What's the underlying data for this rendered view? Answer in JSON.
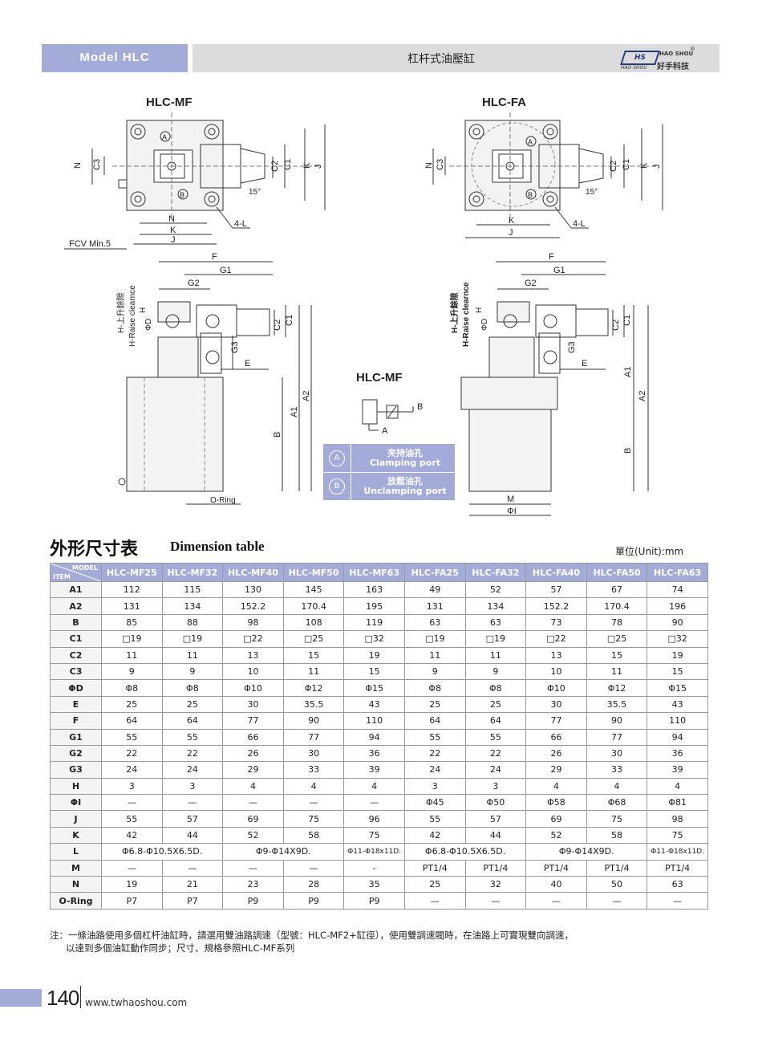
{
  "header": {
    "model": "Model HLC",
    "title": "杠杆式油壓缸",
    "logo_mark": "HS",
    "logo_en": "HAO SHOU",
    "logo_en_small": "HAO SHOU",
    "logo_cn": "好手科技",
    "logo_reg": "®"
  },
  "diagrams": {
    "mf_top_title": "HLC-MF",
    "fa_top_title": "HLC-FA",
    "symbol_title": "HLC-MF",
    "labels": {
      "N": "N",
      "C3": "C3",
      "C2": "C2",
      "C1": "C1",
      "K": "K",
      "J": "J",
      "angle": "15°",
      "port_a": "A",
      "port_b": "B",
      "four_l": "4-L",
      "fcv": "FCV Min.5",
      "F": "F",
      "G1": "G1",
      "G2": "G2",
      "G3": "G3",
      "H": "H",
      "phiD": "ΦD",
      "E": "E",
      "A1": "A1",
      "A2": "A2",
      "B": "B",
      "oring": "O-Ring",
      "M": "M",
      "phiI": "ΦI",
      "raise_cn": "H-上升餘隙",
      "raise_en": "H-Raise clearnce"
    },
    "legend": [
      {
        "mark": "A",
        "cn": "夾持油孔",
        "en": "Clamping port"
      },
      {
        "mark": "B",
        "cn": "放鬆油孔",
        "en": "Unclamping port"
      }
    ]
  },
  "table": {
    "title_cn": "外形尺寸表",
    "title_en": "Dimension table",
    "unit": "單位(Unit):mm",
    "corner_model": "MODEL",
    "corner_item": "ITEM",
    "columns": [
      "HLC-MF25",
      "HLC-MF32",
      "HLC-MF40",
      "HLC-MF50",
      "HLC-MF63",
      "HLC-FA25",
      "HLC-FA32",
      "HLC-FA40",
      "HLC-FA50",
      "HLC-FA63"
    ],
    "rows": [
      {
        "item": "A1",
        "values": [
          "112",
          "115",
          "130",
          "145",
          "163",
          "49",
          "52",
          "57",
          "67",
          "74"
        ]
      },
      {
        "item": "A2",
        "values": [
          "131",
          "134",
          "152.2",
          "170.4",
          "195",
          "131",
          "134",
          "152.2",
          "170.4",
          "196"
        ]
      },
      {
        "item": "B",
        "values": [
          "85",
          "88",
          "98",
          "108",
          "119",
          "63",
          "63",
          "73",
          "78",
          "90"
        ]
      },
      {
        "item": "C1",
        "values": [
          "□19",
          "□19",
          "□22",
          "□25",
          "□32",
          "□19",
          "□19",
          "□22",
          "□25",
          "□32"
        ]
      },
      {
        "item": "C2",
        "values": [
          "11",
          "11",
          "13",
          "15",
          "19",
          "11",
          "11",
          "13",
          "15",
          "19"
        ]
      },
      {
        "item": "C3",
        "values": [
          "9",
          "9",
          "10",
          "11",
          "15",
          "9",
          "9",
          "10",
          "11",
          "15"
        ]
      },
      {
        "item": "ΦD",
        "values": [
          "Φ8",
          "Φ8",
          "Φ10",
          "Φ12",
          "Φ15",
          "Φ8",
          "Φ8",
          "Φ10",
          "Φ12",
          "Φ15"
        ]
      },
      {
        "item": "E",
        "values": [
          "25",
          "25",
          "30",
          "35.5",
          "43",
          "25",
          "25",
          "30",
          "35.5",
          "43"
        ]
      },
      {
        "item": "F",
        "values": [
          "64",
          "64",
          "77",
          "90",
          "110",
          "64",
          "64",
          "77",
          "90",
          "110"
        ]
      },
      {
        "item": "G1",
        "values": [
          "55",
          "55",
          "66",
          "77",
          "94",
          "55",
          "55",
          "66",
          "77",
          "94"
        ]
      },
      {
        "item": "G2",
        "values": [
          "22",
          "22",
          "26",
          "30",
          "36",
          "22",
          "22",
          "26",
          "30",
          "36"
        ]
      },
      {
        "item": "G3",
        "values": [
          "24",
          "24",
          "29",
          "33",
          "39",
          "24",
          "24",
          "29",
          "33",
          "39"
        ]
      },
      {
        "item": "H",
        "values": [
          "3",
          "3",
          "4",
          "4",
          "4",
          "3",
          "3",
          "4",
          "4",
          "4"
        ]
      },
      {
        "item": "ΦI",
        "values": [
          "—",
          "—",
          "—",
          "—",
          "—",
          "Φ45",
          "Φ50",
          "Φ58",
          "Φ68",
          "Φ81"
        ]
      },
      {
        "item": "J",
        "values": [
          "55",
          "57",
          "69",
          "75",
          "96",
          "55",
          "57",
          "69",
          "75",
          "98"
        ]
      },
      {
        "item": "K",
        "values": [
          "42",
          "44",
          "52",
          "58",
          "75",
          "42",
          "44",
          "52",
          "58",
          "75"
        ]
      },
      {
        "item": "M",
        "values": [
          "—",
          "—",
          "—",
          "—",
          "-",
          "PT1/4",
          "PT1/4",
          "PT1/4",
          "PT1/4",
          "PT1/4"
        ]
      },
      {
        "item": "N",
        "values": [
          "19",
          "21",
          "23",
          "28",
          "35",
          "25",
          "32",
          "40",
          "50",
          "63"
        ]
      },
      {
        "item": "O-Ring",
        "values": [
          "P7",
          "P7",
          "P9",
          "P9",
          "P9",
          "—",
          "—",
          "—",
          "—",
          "—"
        ]
      }
    ],
    "row_L": {
      "item": "L",
      "mf_2532": "Φ6.8-Φ10.5X6.5D.",
      "mf_4050": "Φ9-Φ14X9D.",
      "mf_63": "Φ11-Φ18x11D.",
      "fa_2532": "Φ6.8-Φ10.5X6.5D.",
      "fa_4050": "Φ9-Φ14X9D.",
      "fa_63": "Φ11-Φ18x11D."
    }
  },
  "note": {
    "line1": "注：一條油路使用多個杠杆油缸時，請選用雙油路調速（型號：HLC-MF2+缸徑），使用雙調速閥時，在油路上可實現雙向調速，",
    "line2": "以達到多個油缸動作同步；尺寸、規格參照HLC-MF系列"
  },
  "footer": {
    "page": "140",
    "site": "www.twhaoshou.com"
  },
  "colors": {
    "accent": "#a3acd9",
    "header_gray": "#dcdcdc"
  }
}
